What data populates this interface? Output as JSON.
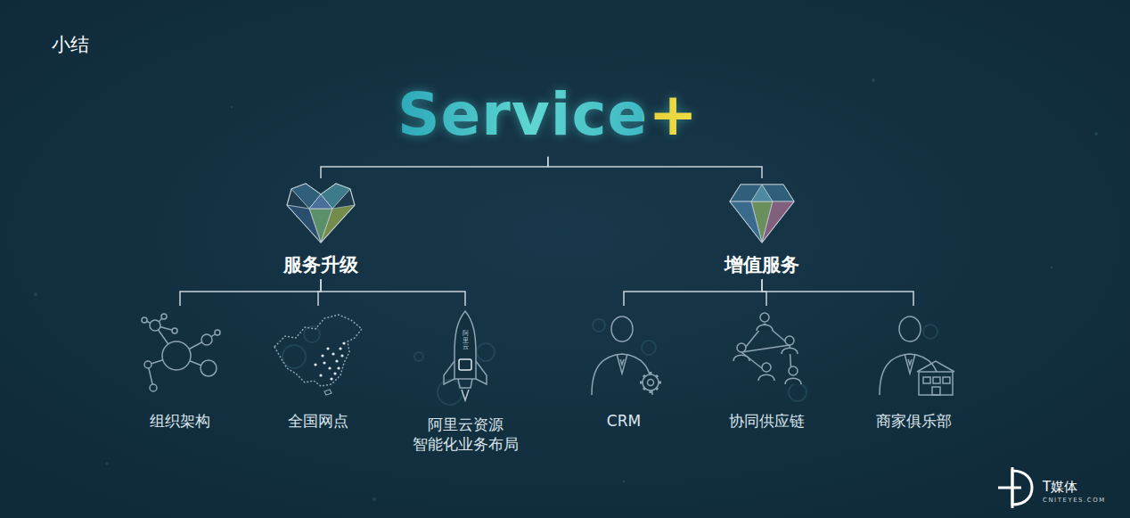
{
  "diagram": {
    "title": "小结",
    "nodes": [
      {
        "text": [
          "Service+"
        ]
      },
      {
        "text": [
          "服务升级"
        ]
      },
      {
        "text": [
          "增值服务"
        ]
      },
      {
        "text": [
          "组织架构"
        ]
      },
      {
        "text": [
          "全国网点"
        ]
      },
      {
        "text": [
          "阿里云资源 智能化业务布局"
        ]
      },
      {
        "text": [
          "CRM"
        ]
      },
      {
        "text": [
          "协同供应链"
        ]
      },
      {
        "text": [
          "商家俱乐部"
        ]
      }
    ],
    "edges": [
      {
        "from": 0,
        "to": 1,
        "arrow": "none"
      },
      {
        "from": 0,
        "to": 2,
        "arrow": "none"
      },
      {
        "from": 1,
        "to": 3,
        "arrow": "none"
      },
      {
        "from": 1,
        "to": 4,
        "arrow": "none"
      },
      {
        "from": 1,
        "to": 5,
        "arrow": "none"
      },
      {
        "from": 2,
        "to": 6,
        "arrow": "none"
      },
      {
        "from": 2,
        "to": 7,
        "arrow": "none"
      },
      {
        "from": 2,
        "to": 8,
        "arrow": "none"
      }
    ],
    "labels": [
      "阿里云",
      "T媒体",
      "CNITEYES.COM"
    ]
  }
}
